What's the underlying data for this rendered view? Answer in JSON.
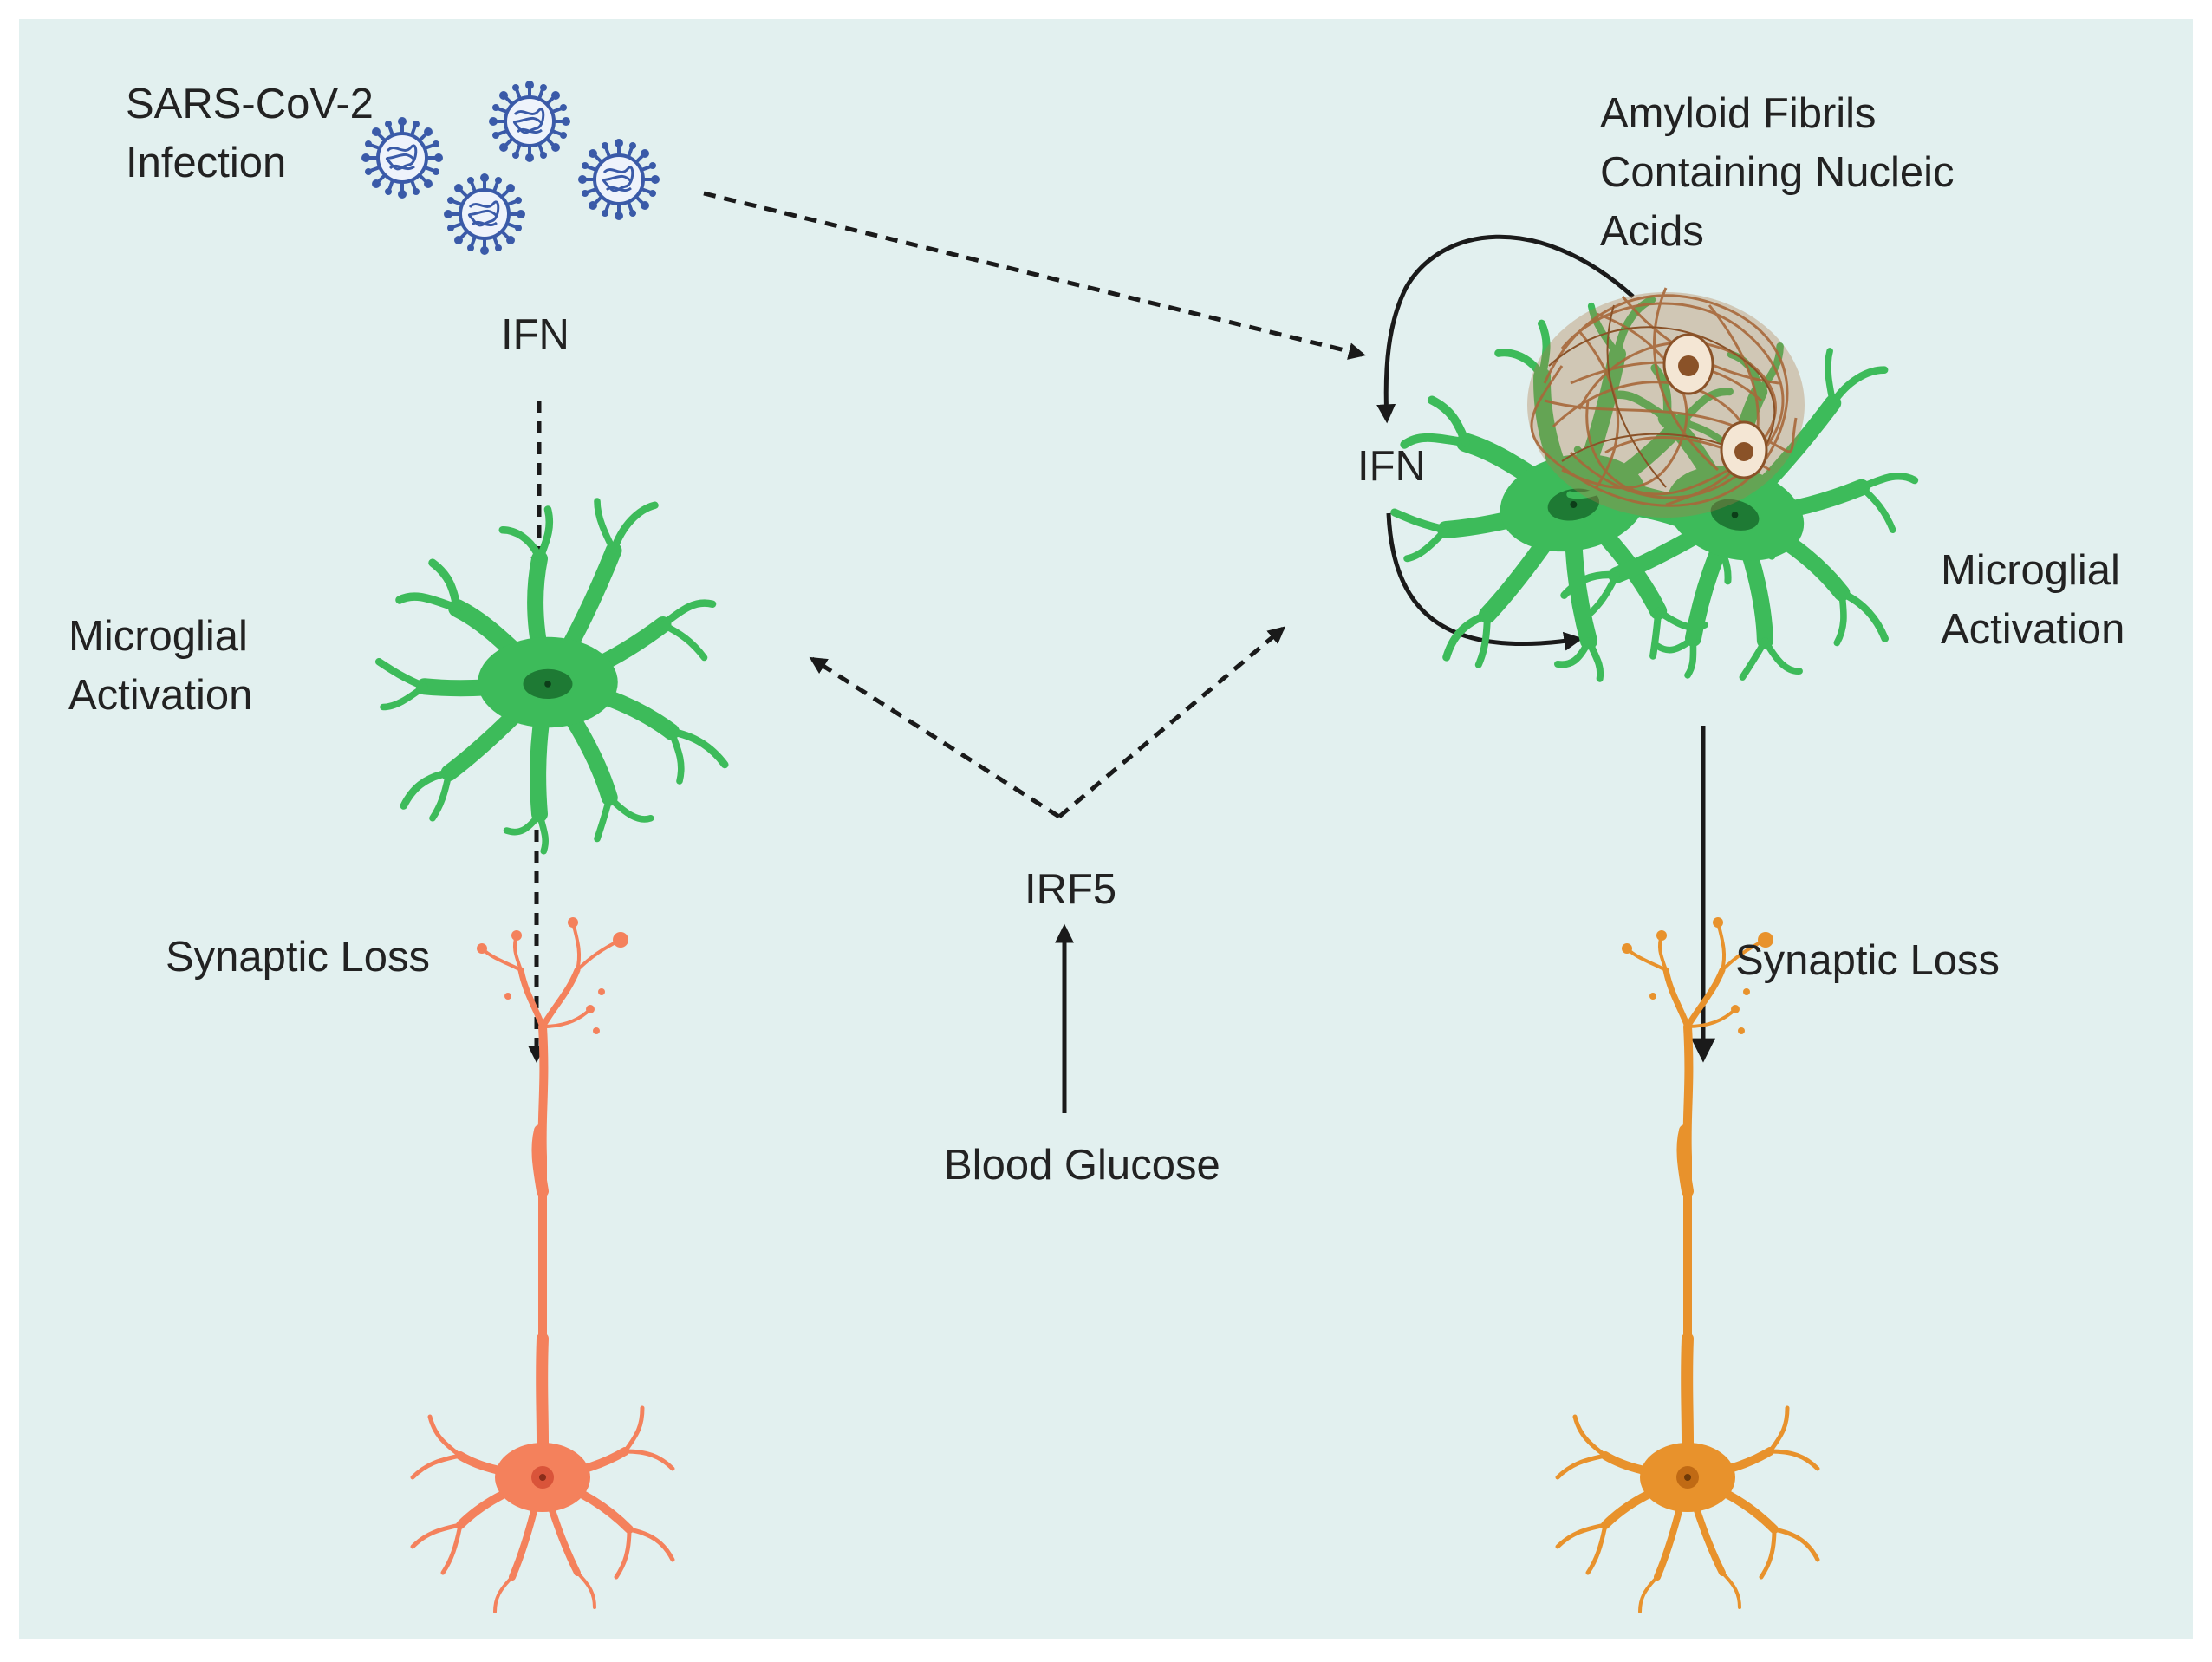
{
  "labels": {
    "infection_line1": "SARS-CoV-2",
    "infection_line2": "Infection",
    "ifn_left": "IFN",
    "microglial_left_line1": "Microglial",
    "microglial_left_line2": "Activation",
    "synaptic_left": "Synaptic Loss",
    "irf5": "IRF5",
    "blood_glucose": "Blood Glucose",
    "amyloid_line1": "Amyloid Fibrils",
    "amyloid_line2": "Containing Nucleic",
    "amyloid_line3": "Acids",
    "ifn_right": "IFN",
    "microglial_right_line1": "Microglial",
    "microglial_right_line2": "Activation",
    "synaptic_right": "Synaptic Loss"
  },
  "colors": {
    "background": "#e2f0ef",
    "text": "#222222",
    "microglia": "#3dbb5a",
    "microglia_nucleus": "#1e7a34",
    "neuron_left": "#f4815c",
    "neuron_right": "#e8922c",
    "amyloid": "#a8683a",
    "virus": "#3a5aa8",
    "arrow": "#1a1a1a"
  },
  "icons": [
    "virus-icon",
    "microglia-icon",
    "neuron-icon",
    "amyloid-plaque-icon"
  ]
}
